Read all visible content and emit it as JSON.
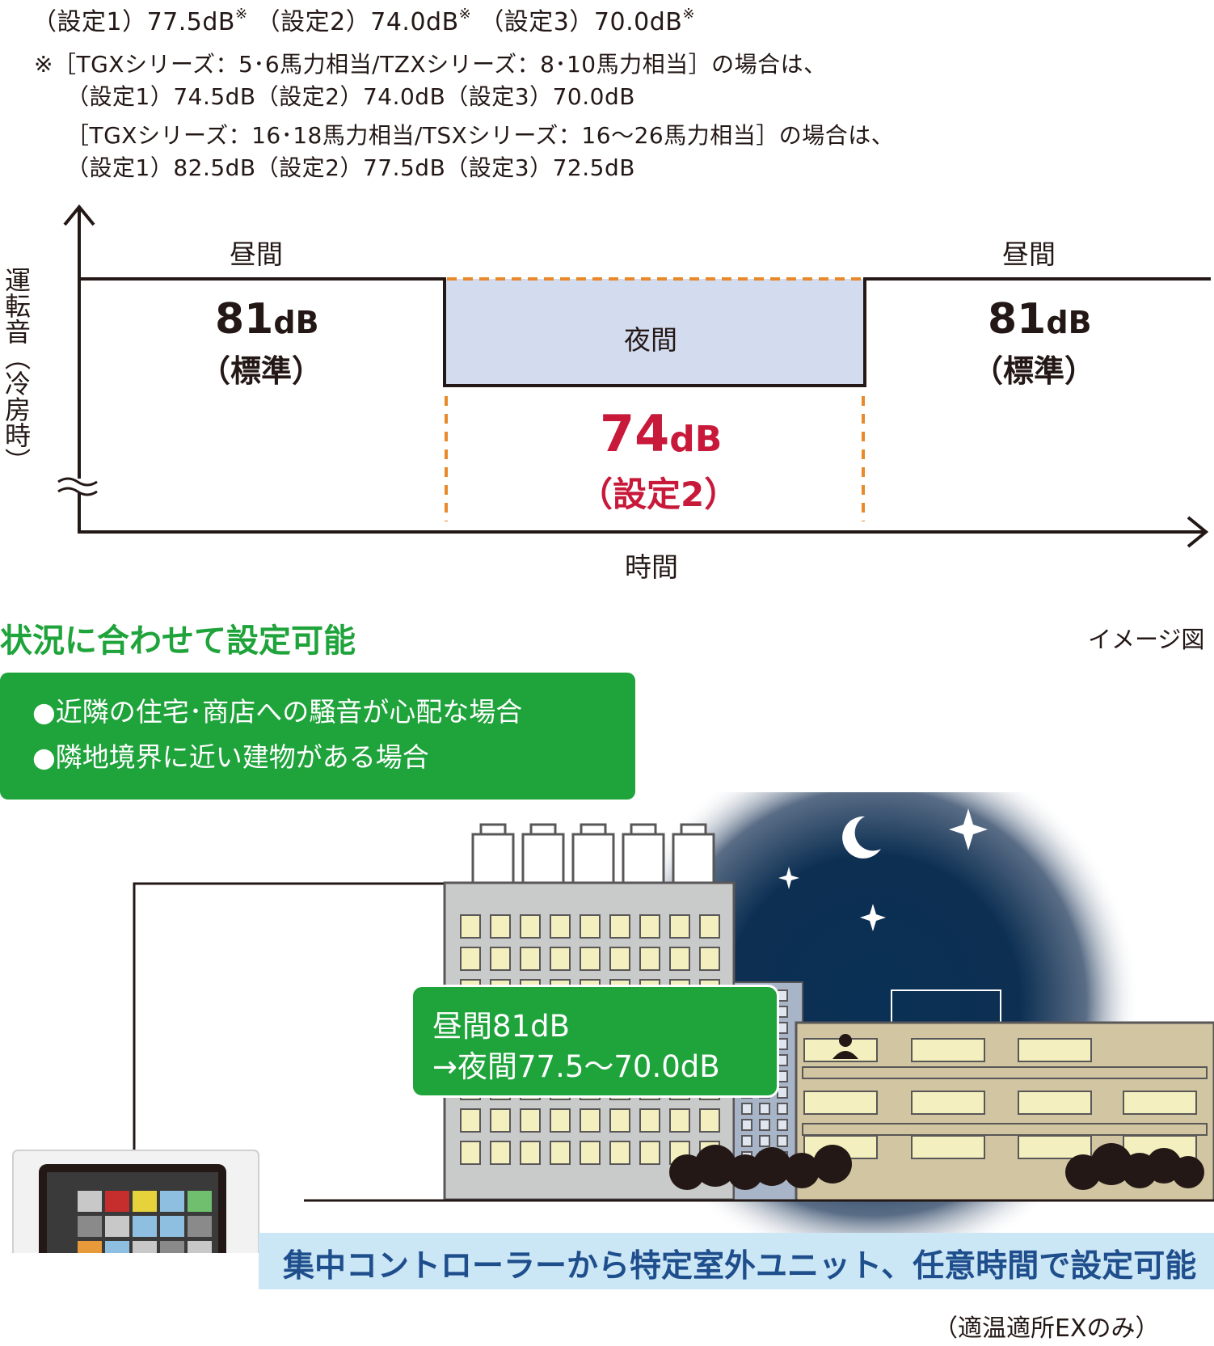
{
  "notes": {
    "line1": {
      "s1": "（設定1）77.5dB",
      "s2": "（設定2）74.0dB",
      "s3": "（設定3）70.0dB",
      "mark": "※"
    },
    "line2": "※［TGXシリーズ：5･6馬力相当/TZXシリーズ：8･10馬力相当］の場合は、",
    "line3": "（設定1）74.5dB（設定2）74.0dB（設定3）70.0dB",
    "line4": "［TGXシリーズ：16･18馬力相当/TSXシリーズ：16～26馬力相当］の場合は、",
    "line5": "（設定1）82.5dB（設定2）77.5dB（設定3）72.5dB"
  },
  "diagram": {
    "y_axis_label": "運転音（冷房時）",
    "x_axis_label": "時間",
    "day_label_left": "昼間",
    "day_label_right": "昼間",
    "night_label": "夜間",
    "day_value_num": "81",
    "day_value_unit": "dB",
    "day_value_sub": "（標準）",
    "night_value_num": "74",
    "night_value_unit": "dB",
    "night_value_sub": "（設定2）",
    "colors": {
      "line": "#231815",
      "night_fill": "#d3dbef",
      "dash": "#e8892b",
      "night_text": "#c8193a"
    }
  },
  "illustration": {
    "title": "状況に合わせて設定可能",
    "image_note": "イメージ図",
    "bullets": [
      "●近隣の住宅･商店への騒音が心配な場合",
      "●隣地境界に近い建物がある場合"
    ],
    "bubble_line1": "昼間81dB",
    "bubble_line2": "→夜間77.5～70.0dB",
    "banner": "集中コントローラーから特定室外ユニット、任意時間で設定可能",
    "footnote": "（適温適所EXのみ）",
    "icons": [
      "moon-icon",
      "star-icon",
      "person-icon",
      "controller-device"
    ],
    "colors": {
      "green": "#1fa33b",
      "banner_bg": "#cbe6f5",
      "banner_text": "#1e4e8c",
      "sky": "#0c2f52"
    }
  }
}
